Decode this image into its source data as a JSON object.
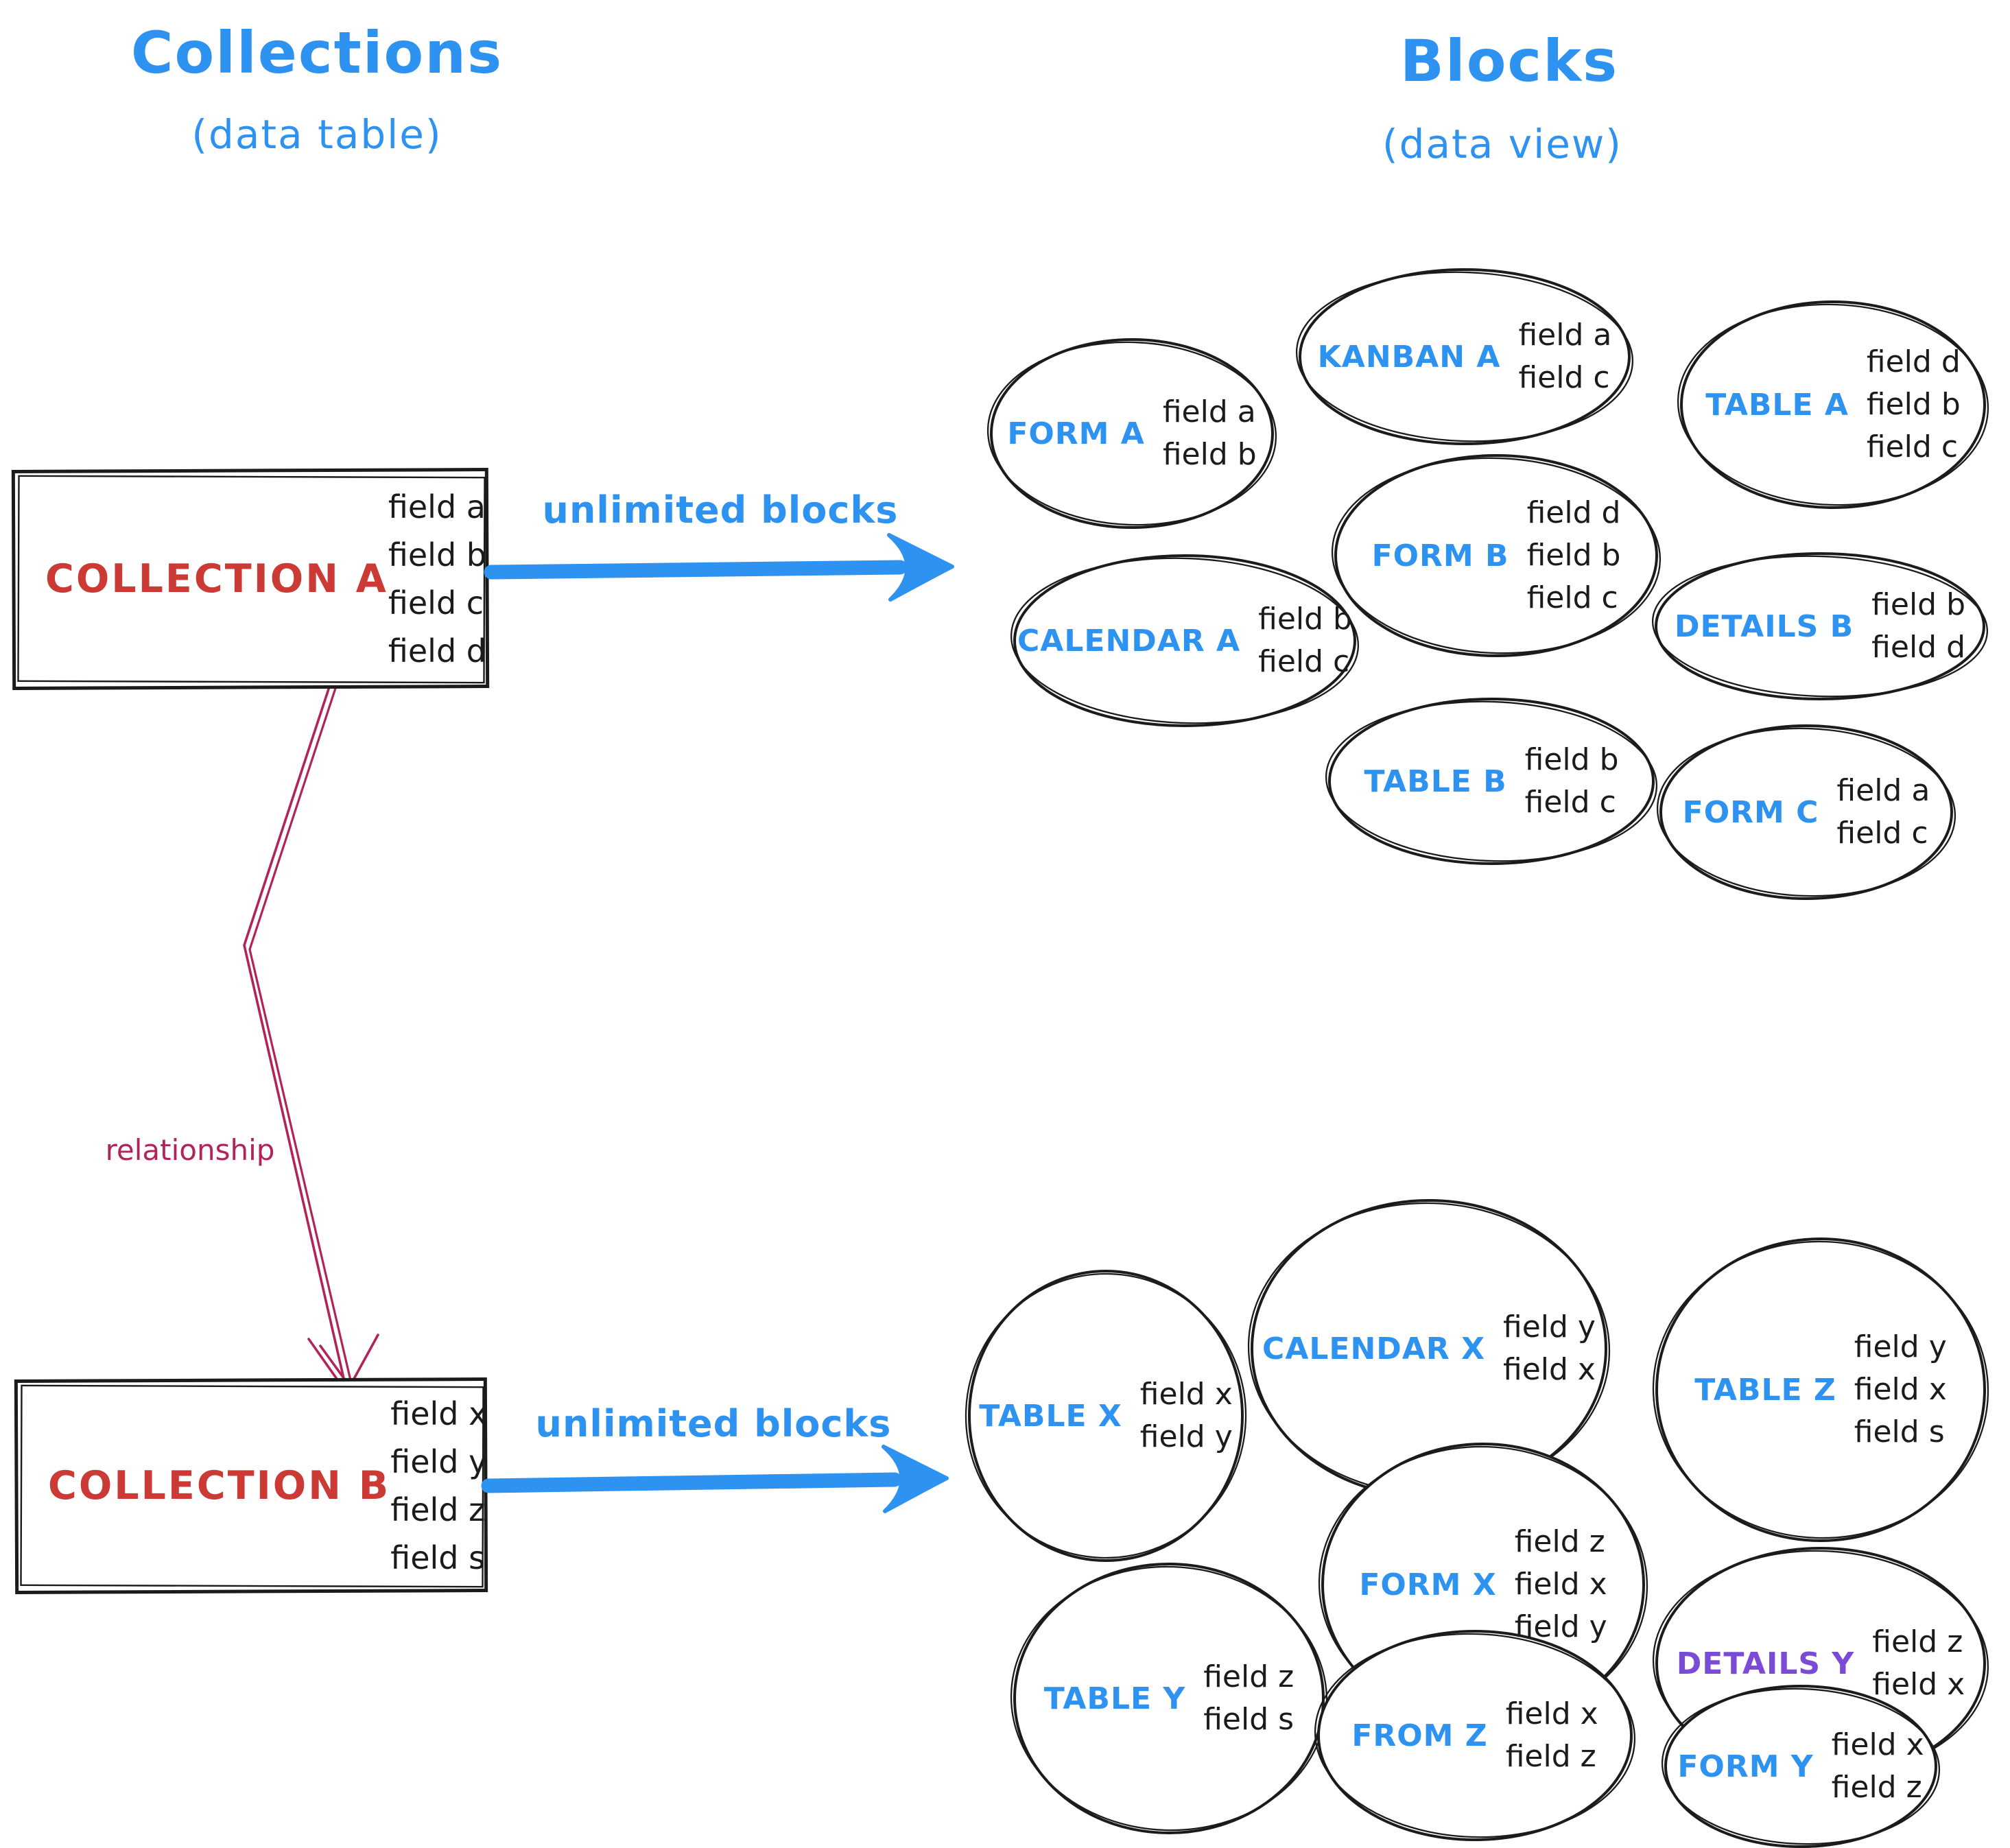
{
  "titles": {
    "left": {
      "title": "Collections",
      "subtitle": "(data table)"
    },
    "right": {
      "title": "Blocks",
      "subtitle": "(data view)"
    }
  },
  "colors": {
    "blue": "#2e92f0",
    "red": "#cb3a35",
    "crimson": "#b22457",
    "purple": "#7a4bd6",
    "ink": "#1b1b1b"
  },
  "collections": [
    {
      "name": "COLLECTION A",
      "fields": [
        "field a",
        "field b",
        "field c",
        "field d"
      ]
    },
    {
      "name": "COLLECTION B",
      "fields": [
        "field x",
        "field y",
        "field z",
        "field s"
      ]
    }
  ],
  "arrows": [
    {
      "label": "unlimited blocks"
    },
    {
      "label": "unlimited blocks"
    }
  ],
  "relationship_label": "relationship",
  "clusters": [
    {
      "blocks": [
        {
          "label": "FORM A",
          "fields": [
            "field a",
            "field b"
          ]
        },
        {
          "label": "KANBAN A",
          "fields": [
            "field a",
            "field c"
          ]
        },
        {
          "label": "TABLE A",
          "fields": [
            "field d",
            "field b",
            "field c"
          ]
        },
        {
          "label": "CALENDAR A",
          "fields": [
            "field b",
            "field c"
          ]
        },
        {
          "label": "FORM B",
          "fields": [
            "field d",
            "field b",
            "field c"
          ]
        },
        {
          "label": "DETAILS B",
          "fields": [
            "field b",
            "field d"
          ]
        },
        {
          "label": "TABLE B",
          "fields": [
            "field b",
            "field c"
          ]
        },
        {
          "label": "FORM C",
          "fields": [
            "field a",
            "field c"
          ]
        }
      ]
    },
    {
      "blocks": [
        {
          "label": "TABLE X",
          "fields": [
            "field x",
            "field y"
          ]
        },
        {
          "label": "CALENDAR X",
          "fields": [
            "field y",
            "field x"
          ]
        },
        {
          "label": "TABLE Z",
          "fields": [
            "field y",
            "field x",
            "field s"
          ]
        },
        {
          "label": "TABLE Y",
          "fields": [
            "field z",
            "field s"
          ]
        },
        {
          "label": "FORM X",
          "fields": [
            "field z",
            "field x",
            "field y"
          ]
        },
        {
          "label": "DETAILS Y",
          "fields": [
            "field z",
            "field x"
          ],
          "label_color": "purple"
        },
        {
          "label": "FROM Z",
          "fields": [
            "field x",
            "field z"
          ]
        },
        {
          "label": "FORM Y",
          "fields": [
            "field x",
            "field z"
          ]
        }
      ]
    }
  ]
}
